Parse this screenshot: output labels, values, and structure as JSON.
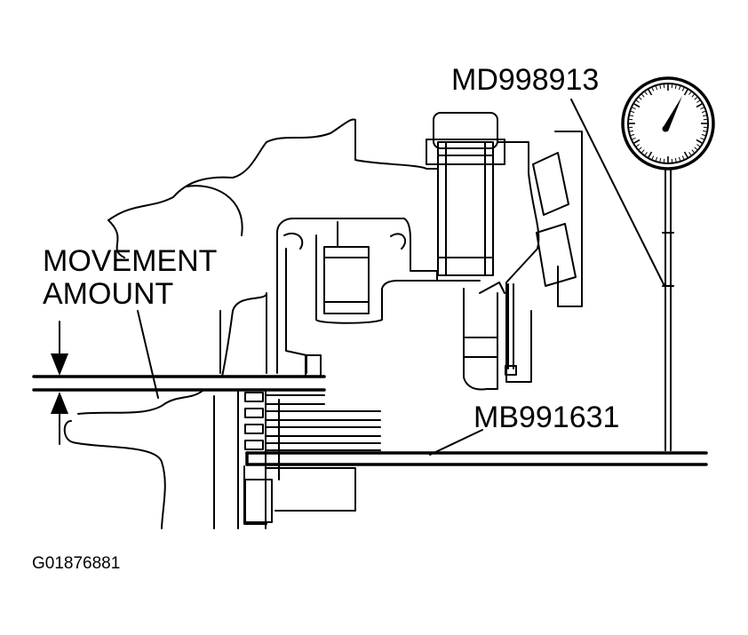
{
  "labels": {
    "movement_line1": "MOVEMENT",
    "movement_line2": "AMOUNT",
    "tool_indicator": "MD998913",
    "tool_bar": "MB991631",
    "figure_id": "G01876881"
  },
  "colors": {
    "ink": "#000000",
    "background": "#ffffff"
  }
}
